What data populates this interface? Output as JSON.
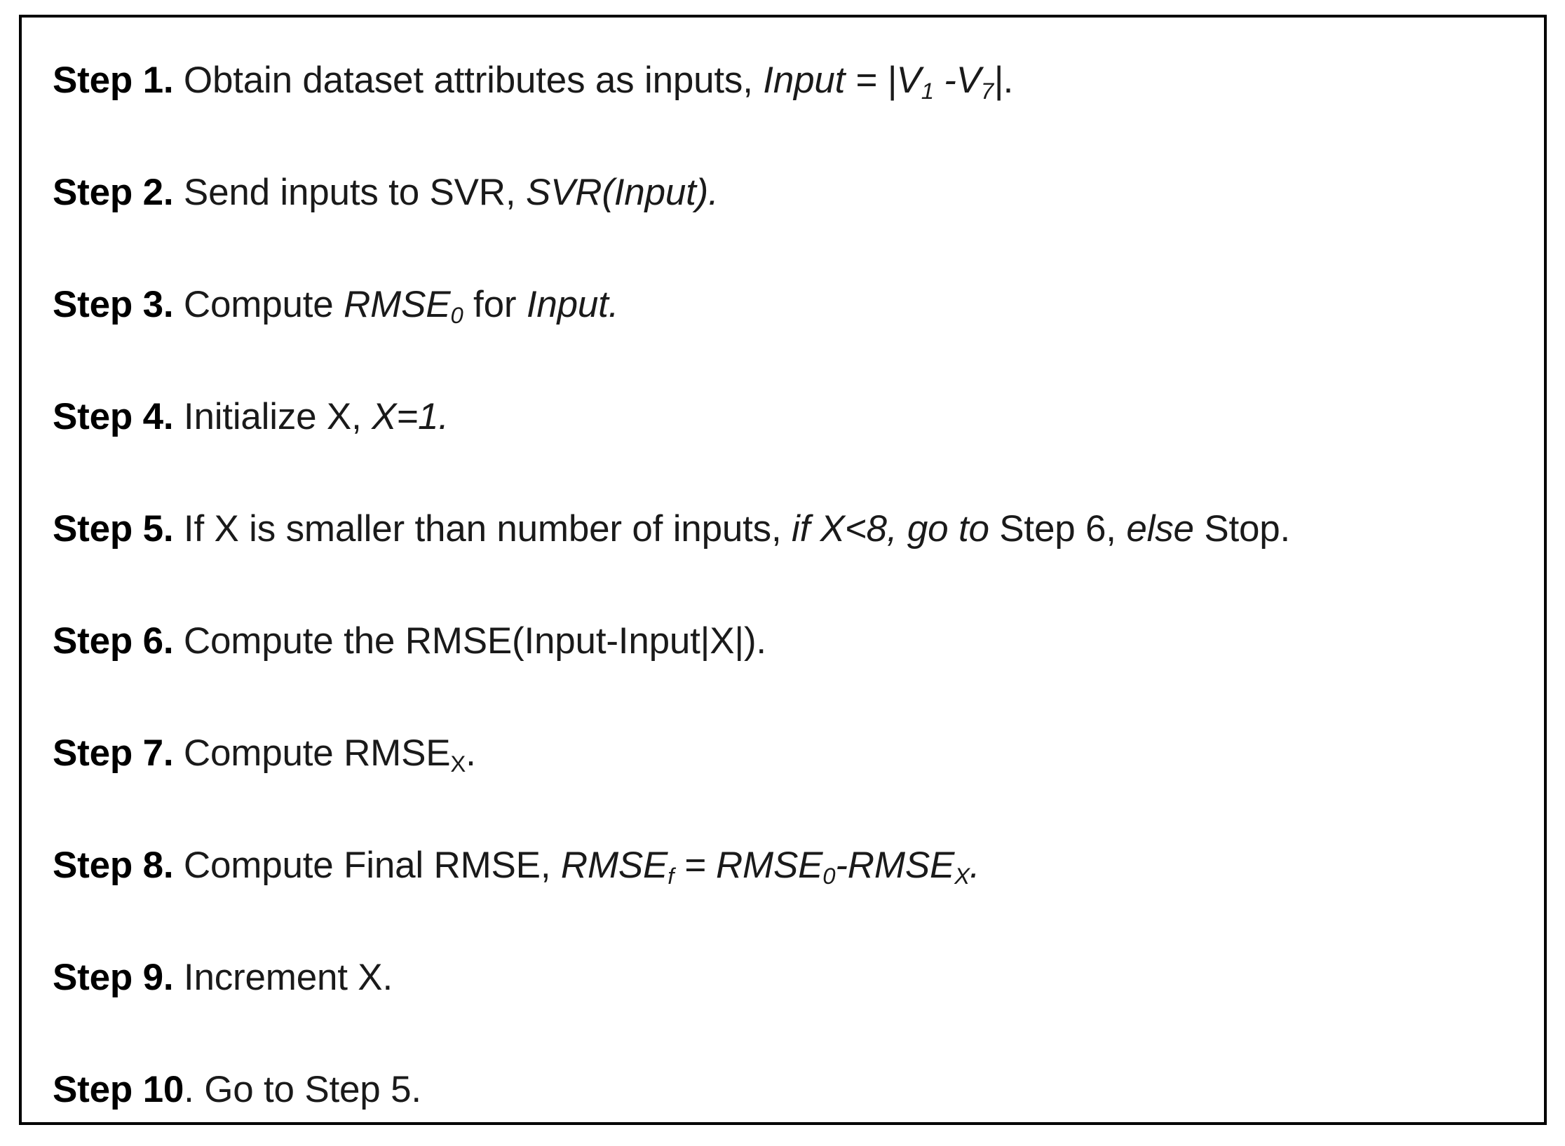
{
  "document": {
    "type": "algorithm-pseudocode-box",
    "border_color": "#000000",
    "background_color": "#ffffff",
    "text_color": "#1a1a1a",
    "steps": [
      {
        "label": "Step 1.",
        "text_plain": "Obtain dataset attributes as inputs, Input = |V1 -V7|.",
        "parts": {
          "p1": " Obtain dataset attributes as inputs, ",
          "p2": "Input = |V",
          "sub2": "1",
          "p3": " -V",
          "sub3": "7",
          "p4": "|",
          "p5": "."
        }
      },
      {
        "label": "Step 2.",
        "text_plain": "Send inputs to SVR, SVR(Input).",
        "parts": {
          "p1": " Send inputs to SVR, ",
          "p2": "SVR(Input)."
        }
      },
      {
        "label": "Step 3.",
        "text_plain": "Compute RMSE0 for Input.",
        "parts": {
          "p1": " Compute ",
          "p2": "RMSE",
          "sub2": "0",
          "p3": " for ",
          "p4": "Input."
        }
      },
      {
        "label": "Step 4.",
        "text_plain": "Initialize X, X=1.",
        "parts": {
          "p1": " Initialize X, ",
          "p2": "X=1."
        }
      },
      {
        "label": "Step 5.",
        "text_plain": "If X is smaller than number of inputs, if X<8, go to Step 6, else Stop.",
        "parts": {
          "p1": " If X is smaller than number of inputs, ",
          "p2": "if X<8, go to",
          "p3": " Step 6, ",
          "p4": "else",
          "p5": " Stop."
        }
      },
      {
        "label": "Step 6.",
        "text_plain": "Compute the RMSE(Input-Input|X|).",
        "parts": {
          "p1": " Compute the RMSE(Input-Input|X|)."
        }
      },
      {
        "label": "Step 7.",
        "text_plain": "Compute RMSEX.",
        "parts": {
          "p1": " Compute RMSE",
          "sub1": "X",
          "p2": "."
        }
      },
      {
        "label": "Step 8.",
        "text_plain": "Compute Final RMSE, RMSEf = RMSE0-RMSEX.",
        "parts": {
          "p1": " Compute Final RMSE, ",
          "p2": "RMSE",
          "sub2": "f",
          "p3": " = RMSE",
          "sub3": "0",
          "p4": "-RMSE",
          "sub4": "X",
          "p5": "."
        }
      },
      {
        "label": "Step 9.",
        "text_plain": "Increment X.",
        "parts": {
          "p1": " Increment X."
        }
      },
      {
        "label": "Step 10",
        "text_plain": "Step 10. Go to Step 5.",
        "parts": {
          "p1": ". Go to Step 5."
        }
      }
    ]
  }
}
